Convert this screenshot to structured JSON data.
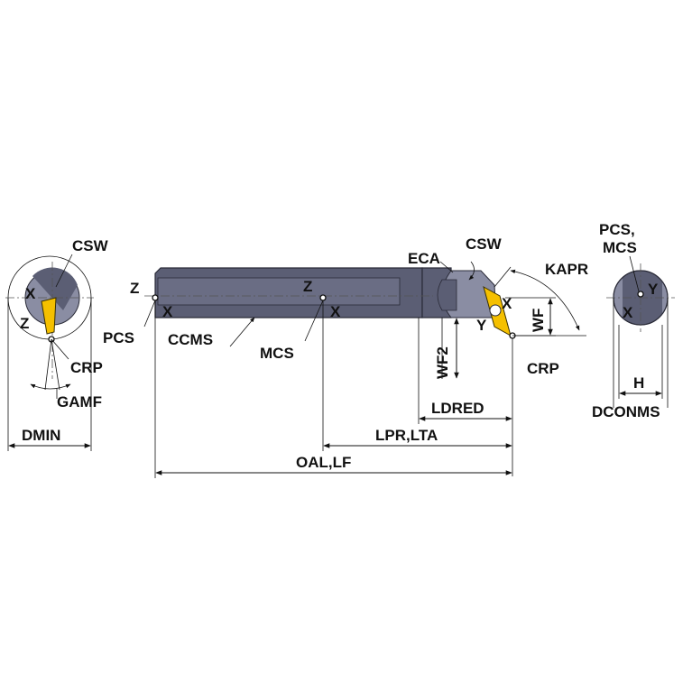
{
  "colors": {
    "tool_body": "#5b5e74",
    "tool_body_light": "#8a8da3",
    "insert": "#f5c000",
    "line": "#111111",
    "background": "#ffffff"
  },
  "labels": {
    "left_csw": "CSW",
    "left_x": "X",
    "left_z": "Z",
    "left_crp": "CRP",
    "left_gamf": "GAMF",
    "dmin": "DMIN",
    "pcs_z": "Z",
    "pcs_x": "X",
    "pcs": "PCS",
    "ccms": "CCMS",
    "mcs_z": "Z",
    "mcs_x": "X",
    "mcs": "MCS",
    "eca": "ECA",
    "csw": "CSW",
    "kapr": "KAPR",
    "head_x": "X",
    "head_y": "Y",
    "wf": "WF",
    "wf2": "WF2",
    "crp": "CRP",
    "ldred": "LDRED",
    "lpr_lta": "LPR,LTA",
    "oal_lf": "OAL,LF",
    "right_pcs": "PCS,",
    "right_mcs": "MCS",
    "right_y": "Y",
    "right_x": "X",
    "h": "H",
    "dconms": "DCONMS"
  }
}
